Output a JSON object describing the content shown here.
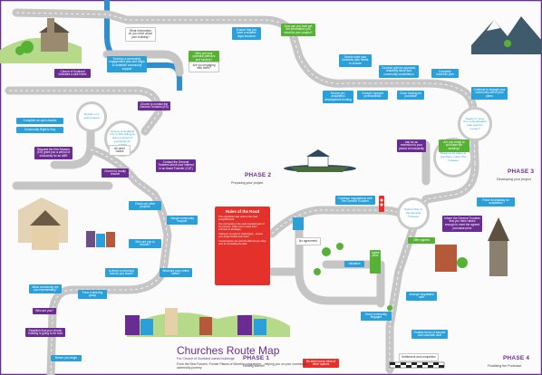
{
  "map": {
    "title": "Churches Route Map",
    "subtitle": "For Church of Scotland owned buildings",
    "description": "From the New Futures: Former Places of Worship programme – helping you on your community ownership journey",
    "rules_title": "Rules of the Road",
    "rules": [
      "This negotiated sale route is the most straightforward.",
      "The community is the most important part of the process, make sure to keep them informed at all stages.",
      "Taking on an asset is challenging – ensure your project builds from there.",
      "Conversations can visit the different you shop prior to concluding the deal."
    ]
  },
  "phases": [
    {
      "label": "PHASE 1",
      "sub": "Getting started"
    },
    {
      "label": "PHASE 2",
      "sub": "Preparing your project"
    },
    {
      "label": "PHASE 3",
      "sub": "Developing your project"
    },
    {
      "label": "PHASE 4",
      "sub": "Finalising the Purchase"
    }
  ],
  "junctions": [
    "Decide on a path forward",
    "Church of Scotland (CI) or SCI willing to grant a period of exclusivity for OWP?",
    "Ready to be taken to purchase, inform the Trustees",
    "Submit offer to the General Trustees",
    "Ready to move from a sustainable plan and the money?"
  ],
  "steps": {
    "s1": "What information do you need about your building?",
    "s2": "Develop a community engagement plan and begin to establish community support",
    "s3": "Who are your potential partners and funders?",
    "s4": "Are you engaging with them?",
    "s5": "Ensure that you have a suitable legal structure",
    "s6": "How can you best get the information you need for your project?",
    "s7": "Decide what your business plan needs to include",
    "s8": "Conduct options appraisal, feasibility study and community consultation",
    "s9": "Complete business plan",
    "s10": "Continue to engage your community about your plans",
    "s11": "Secure pre-acquisition development funding",
    "s12": "Consult / appoint professionals",
    "s13": "Close funding for purchase",
    "s14": "Church of Scotland indicates a sale intent",
    "s15": "Church to contact the General Trustees (KS)",
    "s16": "Complete an open market",
    "s17": "Community Right to Buy",
    "s18": "Request the Kirk Session (KS) grant you a period of exclusivity for an ABR",
    "s19": "Church to locally resolve",
    "s20": "Contact the General Trustees about your interest in an Asset Transfer (CAT)",
    "s21": "All other routes",
    "s22": "Check out other projects",
    "s23": "Gauge community support",
    "s24": "Who are you to involve?",
    "s25": "Is there a need and how do you know?",
    "s26": "What are your online ideas?",
    "s27": "What community are you representing?",
    "s28": "Form a steering group",
    "s29": "Who are you?",
    "s30": "Establish that your church building is going to be sold",
    "s31": "Before you begin",
    "s32": "Ask for an extension to your period of exclusivity",
    "s33": "Are you ready to purchase the building?",
    "s34": "Finish fundraising for acquisition",
    "s35": "Inform the General Trustees that you have raised enough to meet the agreed purchase price",
    "s36": "Continue negotiations with the General Trustees",
    "s37": "No agreement",
    "s38": "Offer agreed",
    "s39": "Agree price",
    "s40": "Valuation",
    "s41": "Keep community engaged",
    "s42": "Finalise terms of transfer and conclude deal",
    "s43": "Arrange negotiated sale",
    "s44": "Be able how to think of other options",
    "s45": "Settlement and completion"
  }
}
